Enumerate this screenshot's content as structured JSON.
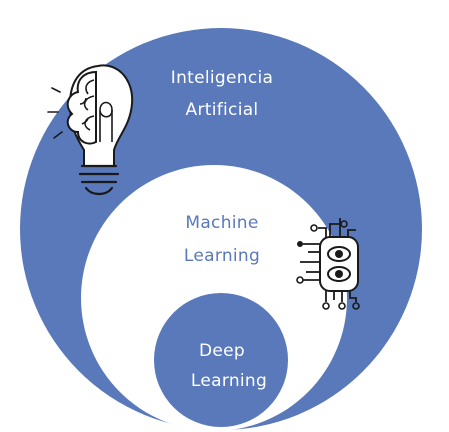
{
  "diagram": {
    "outer": {
      "line1": "Inteligencia",
      "line2": "Artificial",
      "icon": "brain-lightbulb-icon"
    },
    "middle": {
      "line1": "Machine",
      "line2": "Learning",
      "icon": "robot-eyes-circuit-icon"
    },
    "inner": {
      "line1": "Deep",
      "line2": "Learning"
    },
    "colors": {
      "blue": "#5979bb",
      "white": "#ffffff",
      "ink": "#1a1a1a"
    }
  }
}
